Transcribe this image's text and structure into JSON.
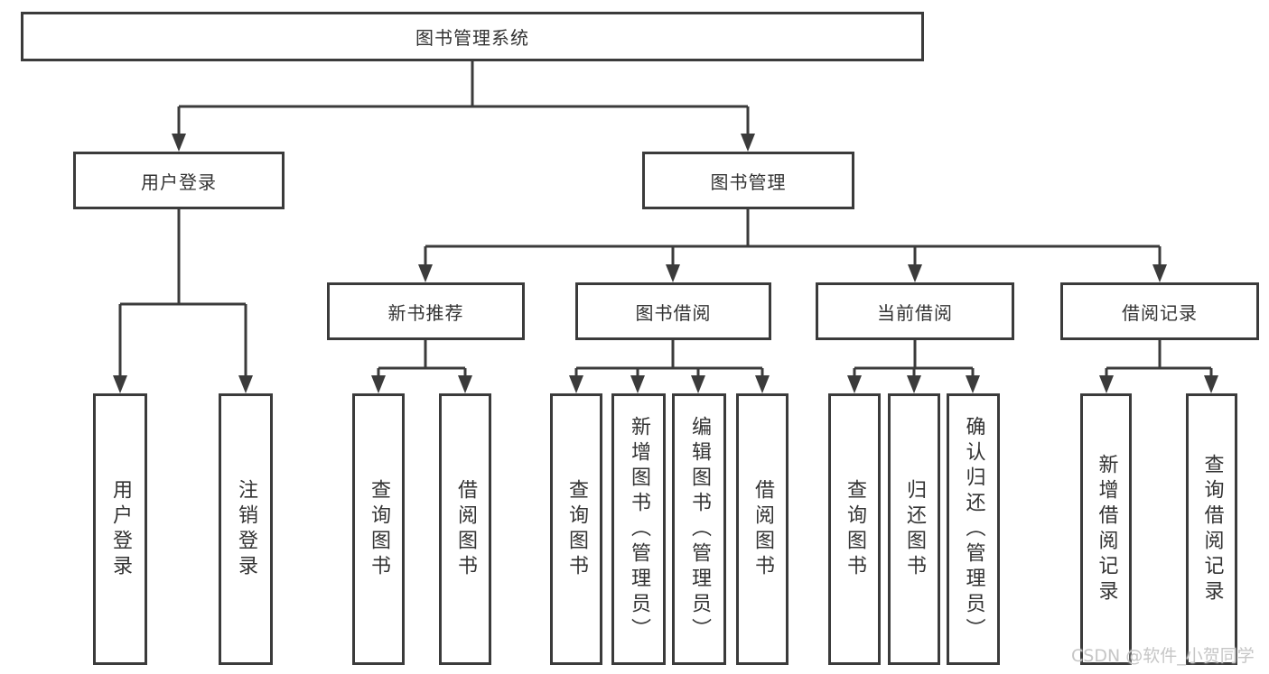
{
  "diagram_type": "hierarchy-tree",
  "tree": {
    "label": "图书管理系统",
    "children": [
      {
        "label": "用户登录",
        "children": [
          {
            "label": "用户登录"
          },
          {
            "label": "注销登录"
          }
        ]
      },
      {
        "label": "图书管理",
        "children": [
          {
            "label": "新书推荐",
            "children": [
              {
                "label": "查询图书"
              },
              {
                "label": "借阅图书"
              }
            ]
          },
          {
            "label": "图书借阅",
            "children": [
              {
                "label": "查询图书"
              },
              {
                "label": "新增图书（管理员）"
              },
              {
                "label": "编辑图书（管理员）"
              },
              {
                "label": "借阅图书"
              }
            ]
          },
          {
            "label": "当前借阅",
            "children": [
              {
                "label": "查询图书"
              },
              {
                "label": "归还图书"
              },
              {
                "label": "确认归还（管理员）"
              }
            ]
          },
          {
            "label": "借阅记录",
            "children": [
              {
                "label": "新增借阅记录"
              },
              {
                "label": "查询借阅记录"
              }
            ]
          }
        ]
      }
    ]
  },
  "watermark": {
    "text": "CSDN @软件_小贺同学"
  },
  "colors": {
    "line": "#3b3b3b",
    "text": "#333333",
    "watermark": "#c6c6c6",
    "background": "#ffffff"
  }
}
